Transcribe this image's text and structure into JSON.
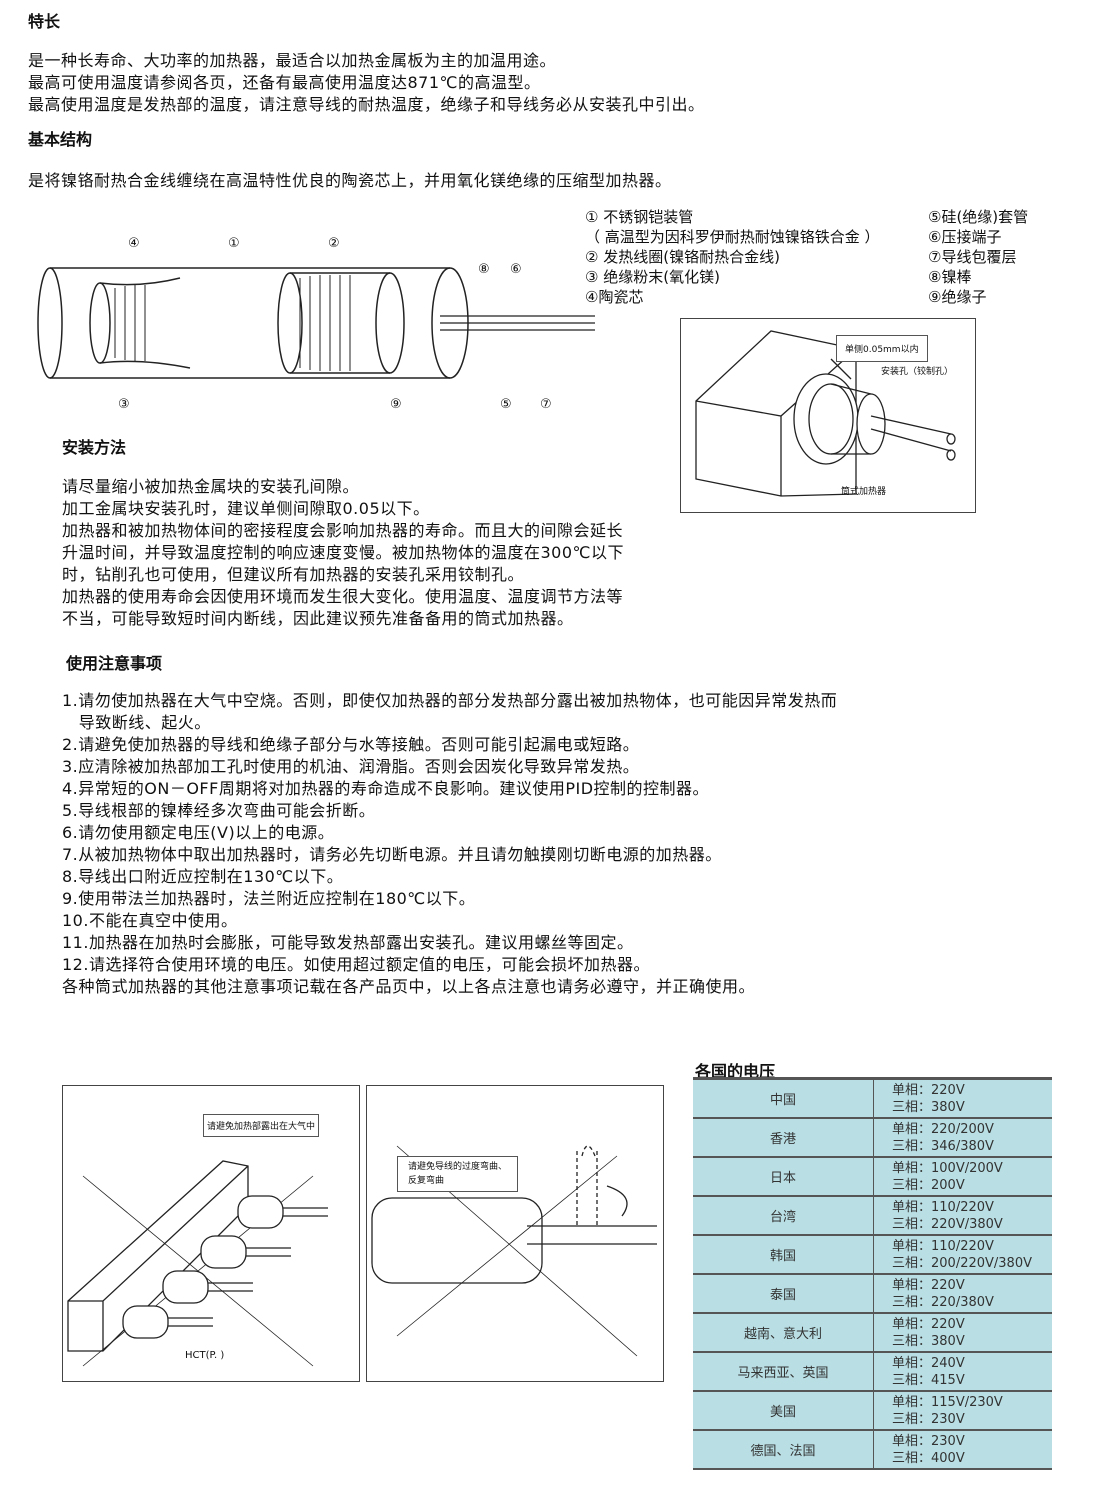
{
  "features": {
    "title": "特长",
    "lines": [
      "是一种长寿命、大功率的加热器，最适合以加热金属板为主的加温用途。",
      "最高可使用温度请参阅各页，还备有最高使用温度达871℃的高温型。",
      "最高使用温度是发热部的温度，请注意导线的耐热温度，绝缘子和导线务必从安装孔中引出。"
    ]
  },
  "structure": {
    "title": "基本结构",
    "text": "是将镍铬耐热合金线缠绕在高温特性优良的陶瓷芯上，并用氧化镁绝缘的压缩型加热器。",
    "diagram_markers": [
      "④",
      "①",
      "②",
      "⑧",
      "⑥",
      "③",
      "⑨",
      "⑤",
      "⑦"
    ],
    "legend_left": [
      "① 不锈钢铠装管",
      "（ 高温型为因科罗伊耐热耐蚀镍铬铁合金 ）",
      "② 发热线圈(镍铬耐热合金线)",
      "③ 绝缘粉末(氧化镁)",
      "④陶瓷芯"
    ],
    "legend_right": [
      "⑤硅(绝缘)套管",
      "⑥压接端子",
      "⑦导线包覆层",
      "⑧镍棒",
      "⑨绝缘子"
    ]
  },
  "install_figure": {
    "gap_label": "单侧0.05mm以内",
    "hole_label": "安装孔（铰制孔）",
    "heater_label": "筒式加热器"
  },
  "installation": {
    "title": "安装方法",
    "lines": [
      "请尽量缩小被加热金属块的安装孔间隙。",
      "加工金属块安装孔时，建议单侧间隙取0.05以下。",
      "加热器和被加热物体间的密接程度会影响加热器的寿命。而且大的间隙会延长",
      "升温时间，并导致温度控制的响应速度变慢。被加热物体的温度在300℃以下",
      "时，钻削孔也可使用，但建议所有加热器的安装孔采用铰制孔。",
      "加热器的使用寿命会因使用环境而发生很大变化。使用温度、温度调节方法等",
      "不当，可能导致短时间内断线，因此建议预先准备备用的筒式加热器。"
    ]
  },
  "cautions": {
    "title": "使用注意事项",
    "lines": [
      "1.请勿使加热器在大气中空烧。否则，即使仅加热器的部分发热部分露出被加热物体，也可能因异常发热而",
      "   导致断线、起火。",
      "2.请避免使加热器的导线和绝缘子部分与水等接触。否则可能引起漏电或短路。",
      "3.应清除被加热部加工孔时使用的机油、润滑脂。否则会因炭化导致异常发热。",
      "4.异常短的ON－OFF周期将对加热器的寿命造成不良影响。建议使用PID控制的控制器。",
      "5.导线根部的镍棒经多次弯曲可能会折断。",
      "6.请勿使用额定电压(V)以上的电源。",
      "7.从被加热物体中取出加热器时，请务必先切断电源。并且请勿触摸刚切断电源的加热器。",
      "8.导线出口附近应控制在130℃以下。",
      "9.使用带法兰加热器时，法兰附近应控制在180℃以下。",
      "10.不能在真空中使用。",
      "11.加热器在加热时会膨胀，可能导致发热部露出安装孔。建议用螺丝等固定。",
      "12.请选择符合使用环境的电压。如使用超过额定值的电压，可能会损坏加热器。",
      "各种筒式加热器的其他注意事项记载在各产品页中，以上各点注意也请务必遵守，并正确使用。"
    ]
  },
  "figure_left": {
    "label": "请避免加热部露出在大气中",
    "tag": "HCT(P.    )"
  },
  "figure_right": {
    "label_line1": "请避免导线的过度弯曲、",
    "label_line2": "反复弯曲"
  },
  "voltage_table": {
    "title": "各国的电压",
    "color": "#b9dfe4",
    "rows": [
      {
        "country": "中国",
        "single": "单相：220V",
        "three": "三相：380V"
      },
      {
        "country": "香港",
        "single": "单相：220/200V",
        "three": "三相：346/380V"
      },
      {
        "country": "日本",
        "single": "单相：100V/200V",
        "three": "三相：200V"
      },
      {
        "country": "台湾",
        "single": "单相：110/220V",
        "three": "三相：220V/380V"
      },
      {
        "country": "韩国",
        "single": "单相：110/220V",
        "three": "三相：200/220V/380V"
      },
      {
        "country": "泰国",
        "single": "单相：220V",
        "three": "三相：220/380V"
      },
      {
        "country": "越南、意大利",
        "single": "单相：220V",
        "three": "三相：380V"
      },
      {
        "country": "马来西亚、英国",
        "single": "单相：240V",
        "three": "三相：415V"
      },
      {
        "country": "美国",
        "single": "单相：115V/230V",
        "three": "三相：230V"
      },
      {
        "country": "德国、法国",
        "single": "单相：230V",
        "three": "三相：400V"
      }
    ]
  }
}
